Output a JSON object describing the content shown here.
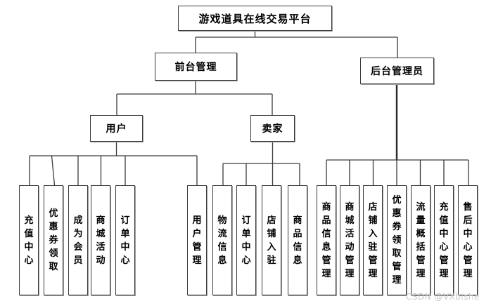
{
  "tree": {
    "root": "游戏道具在线交易平台",
    "children": [
      {
        "label": "前台管理",
        "children": [
          {
            "label": "用户",
            "children": [
              "充值中心",
              "优惠券领取",
              "成为会员",
              "商城活动",
              "订单中心",
              "用户管理"
            ]
          },
          {
            "label": "卖家",
            "children": [
              "物流信息",
              "订单中心",
              "店铺入驻",
              "商品信息"
            ]
          }
        ]
      },
      {
        "label": "后台管理员",
        "children": [
          "商品信息管理",
          "商城活动管理",
          "店铺入驻管理",
          "优惠券领取管理",
          "流量概括管理",
          "充值中心管理",
          "售后中心管理"
        ]
      }
    ]
  },
  "watermark": "CSDN @VXbishe",
  "colors": {
    "line": "#3a3a3a",
    "box_border": "#3a3a3a",
    "box_shadow": "#9c9c9c",
    "background": "#ffffff",
    "watermark_text": "#c9cacc"
  }
}
